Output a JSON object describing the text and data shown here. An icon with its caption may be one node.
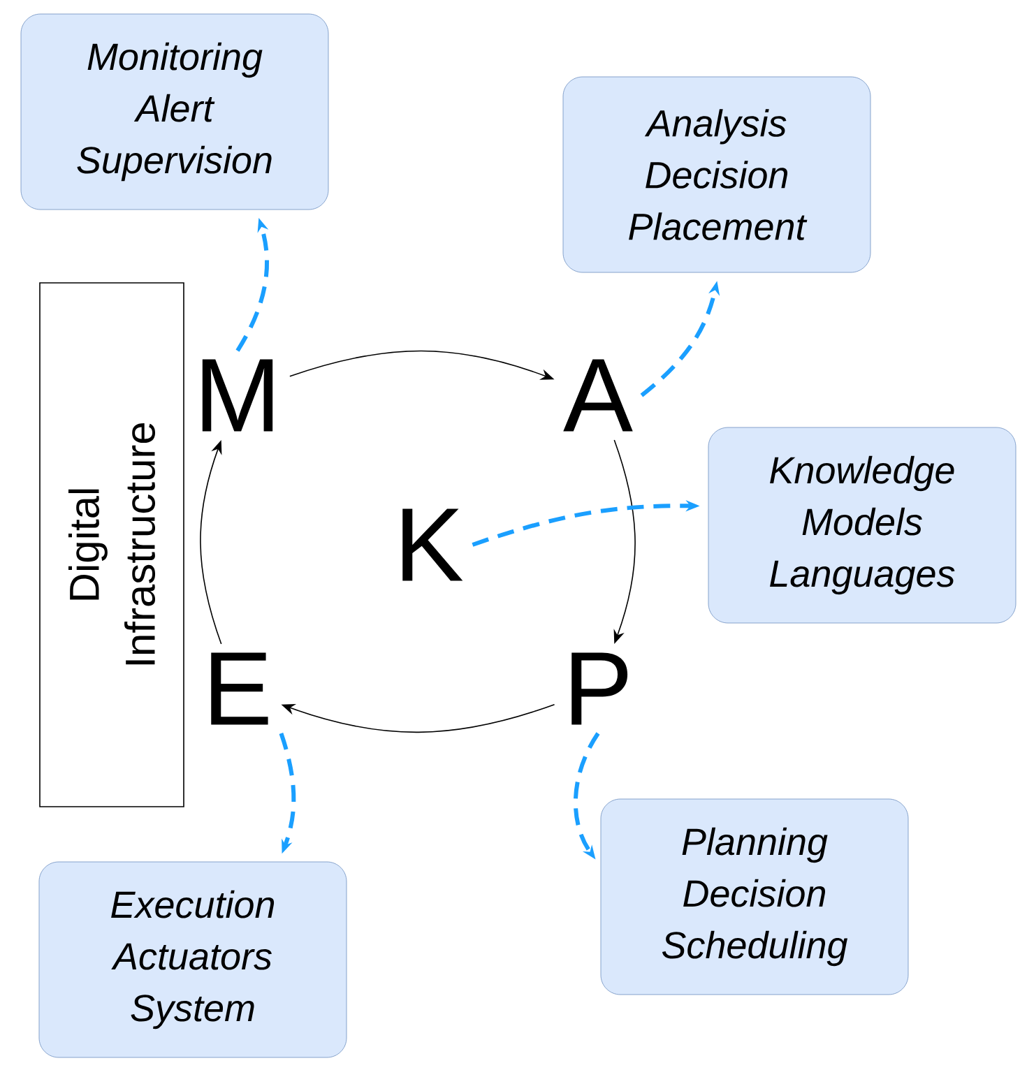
{
  "diagram": {
    "nodes": [
      {
        "text": [
          "Monitoring Alert Supervision"
        ]
      },
      {
        "text": [
          "Analysis Decision Placement"
        ]
      },
      {
        "text": [
          "Digital Infrastructure"
        ]
      },
      {
        "text": [
          "M"
        ]
      },
      {
        "text": [
          "A"
        ]
      },
      {
        "text": [
          "Knowledge Models Languages"
        ]
      },
      {
        "text": [
          "K"
        ]
      },
      {
        "text": [
          "E"
        ]
      },
      {
        "text": [
          "P"
        ]
      },
      {
        "text": [
          "Execution Actuators System"
        ]
      },
      {
        "text": [
          "Planning Decision Scheduling"
        ]
      }
    ],
    "edges": [
      {
        "from": 3,
        "to": 4,
        "arrow": "to",
        "color": "#000000"
      },
      {
        "from": 4,
        "to": 8,
        "arrow": "to",
        "color": "#000000"
      },
      {
        "from": 8,
        "to": 7,
        "arrow": "to",
        "color": "#000000"
      },
      {
        "from": 7,
        "to": 3,
        "arrow": "to",
        "color": "#000000"
      },
      {
        "from": 3,
        "to": 0,
        "arrow": "to",
        "style": "dashed",
        "color": "#1a9fff"
      },
      {
        "from": 4,
        "to": 1,
        "arrow": "to",
        "style": "dashed",
        "color": "#1a9fff"
      },
      {
        "from": 6,
        "to": 5,
        "arrow": "to",
        "style": "dashed",
        "color": "#1a9fff"
      },
      {
        "from": 8,
        "to": 10,
        "arrow": "to",
        "style": "dashed",
        "color": "#1a9fff"
      },
      {
        "from": 7,
        "to": 9,
        "arrow": "to",
        "style": "dashed",
        "color": "#1a9fff"
      }
    ]
  }
}
